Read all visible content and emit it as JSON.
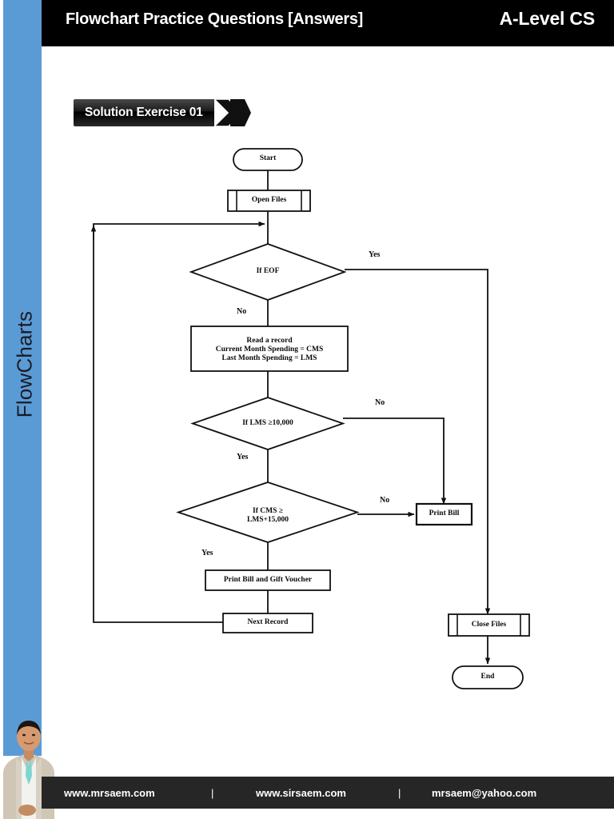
{
  "header": {
    "title": "Flowchart Practice Questions [Answers]",
    "subject": "A-Level CS"
  },
  "sidebar": {
    "label": "FlowCharts",
    "color": "#5b9bd5"
  },
  "banner": {
    "label": "Solution Exercise 01"
  },
  "flowchart": {
    "nodes": [
      {
        "id": "start",
        "type": "terminator",
        "label": "Start"
      },
      {
        "id": "open",
        "type": "predefined-process",
        "label": "Open Files"
      },
      {
        "id": "eof",
        "type": "decision",
        "label": "If EOF"
      },
      {
        "id": "read",
        "type": "process",
        "line1": "Read a record",
        "line2": "Current Month Spending = CMS",
        "line3": "Last Month Spending = LMS"
      },
      {
        "id": "lms",
        "type": "decision",
        "label": "If LMS ≥10,000"
      },
      {
        "id": "cms",
        "type": "decision",
        "line1": "If CMS ≥",
        "line2": "LMS+15,000"
      },
      {
        "id": "printbill",
        "type": "process",
        "label": "Print Bill"
      },
      {
        "id": "billvouch",
        "type": "process",
        "label": "Print Bill and Gift Voucher"
      },
      {
        "id": "next",
        "type": "process",
        "label": "Next Record"
      },
      {
        "id": "close",
        "type": "predefined-process",
        "label": "Close Files"
      },
      {
        "id": "end",
        "type": "terminator",
        "label": "End"
      }
    ],
    "edges": [
      {
        "from": "start",
        "to": "open",
        "label": ""
      },
      {
        "from": "open",
        "to": "eof",
        "label": ""
      },
      {
        "from": "eof",
        "to": "close",
        "label": "Yes"
      },
      {
        "from": "eof",
        "to": "read",
        "label": "No"
      },
      {
        "from": "read",
        "to": "lms",
        "label": ""
      },
      {
        "from": "lms",
        "to": "printbill",
        "label": "No"
      },
      {
        "from": "lms",
        "to": "cms",
        "label": "Yes"
      },
      {
        "from": "cms",
        "to": "printbill",
        "label": "No"
      },
      {
        "from": "cms",
        "to": "billvouch",
        "label": "Yes"
      },
      {
        "from": "billvouch",
        "to": "next",
        "label": ""
      },
      {
        "from": "next",
        "to": "eof",
        "label": ""
      },
      {
        "from": "close",
        "to": "end",
        "label": ""
      }
    ],
    "edge_labels": {
      "eof_yes": "Yes",
      "eof_no": "No",
      "lms_no": "No",
      "lms_yes": "Yes",
      "cms_no": "No",
      "cms_yes": "Yes"
    }
  },
  "footer": {
    "site1": "www.mrsaem.com",
    "separator": "|",
    "site2": "www.sirsaem.com",
    "email": "mrsaem@yahoo.com"
  }
}
